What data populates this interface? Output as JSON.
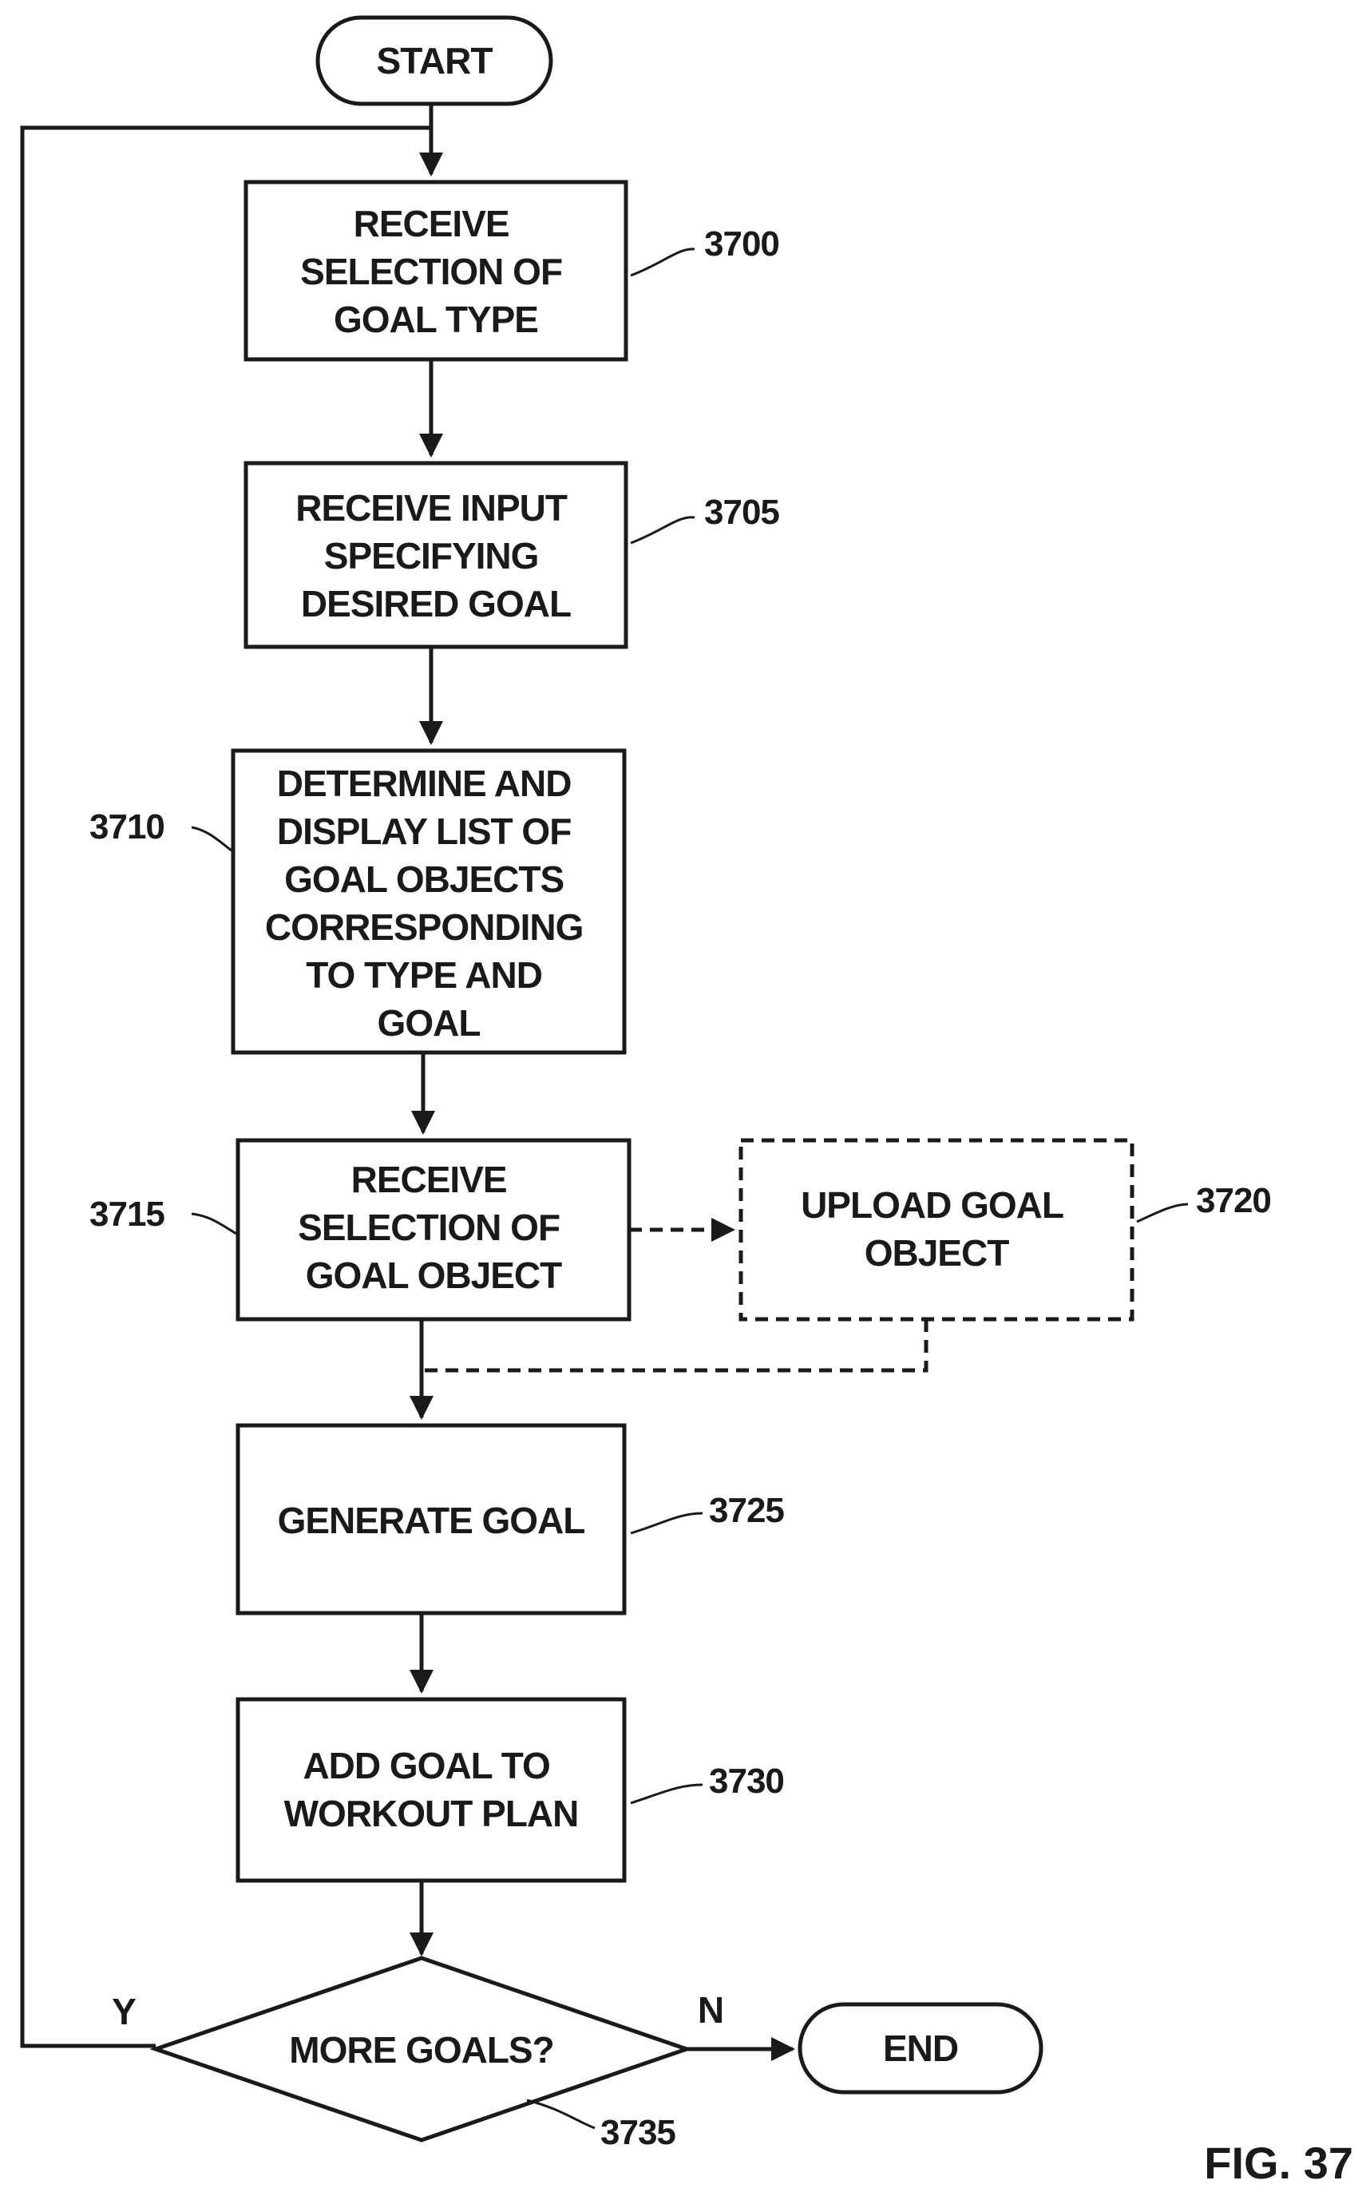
{
  "figure": {
    "label": "FIG. 37"
  },
  "terminals": {
    "start": "START",
    "end": "END"
  },
  "steps": {
    "s3700": {
      "ref": "3700",
      "lines": [
        "RECEIVE",
        "SELECTION OF",
        "GOAL TYPE"
      ]
    },
    "s3705": {
      "ref": "3705",
      "lines": [
        "RECEIVE INPUT",
        "SPECIFYING",
        "DESIRED GOAL"
      ]
    },
    "s3710": {
      "ref": "3710",
      "lines": [
        "DETERMINE AND",
        "DISPLAY LIST OF",
        "GOAL OBJECTS",
        "CORRESPONDING",
        "TO TYPE AND",
        "GOAL"
      ]
    },
    "s3715": {
      "ref": "3715",
      "lines": [
        "RECEIVE",
        "SELECTION OF",
        "GOAL OBJECT"
      ]
    },
    "s3720": {
      "ref": "3720",
      "lines": [
        "UPLOAD GOAL",
        "OBJECT"
      ],
      "optional": true
    },
    "s3725": {
      "ref": "3725",
      "lines": [
        "GENERATE GOAL"
      ]
    },
    "s3730": {
      "ref": "3730",
      "lines": [
        "ADD GOAL TO",
        "WORKOUT PLAN"
      ]
    }
  },
  "decision": {
    "ref": "3735",
    "question": "MORE GOALS?",
    "yes_label": "Y",
    "no_label": "N"
  }
}
